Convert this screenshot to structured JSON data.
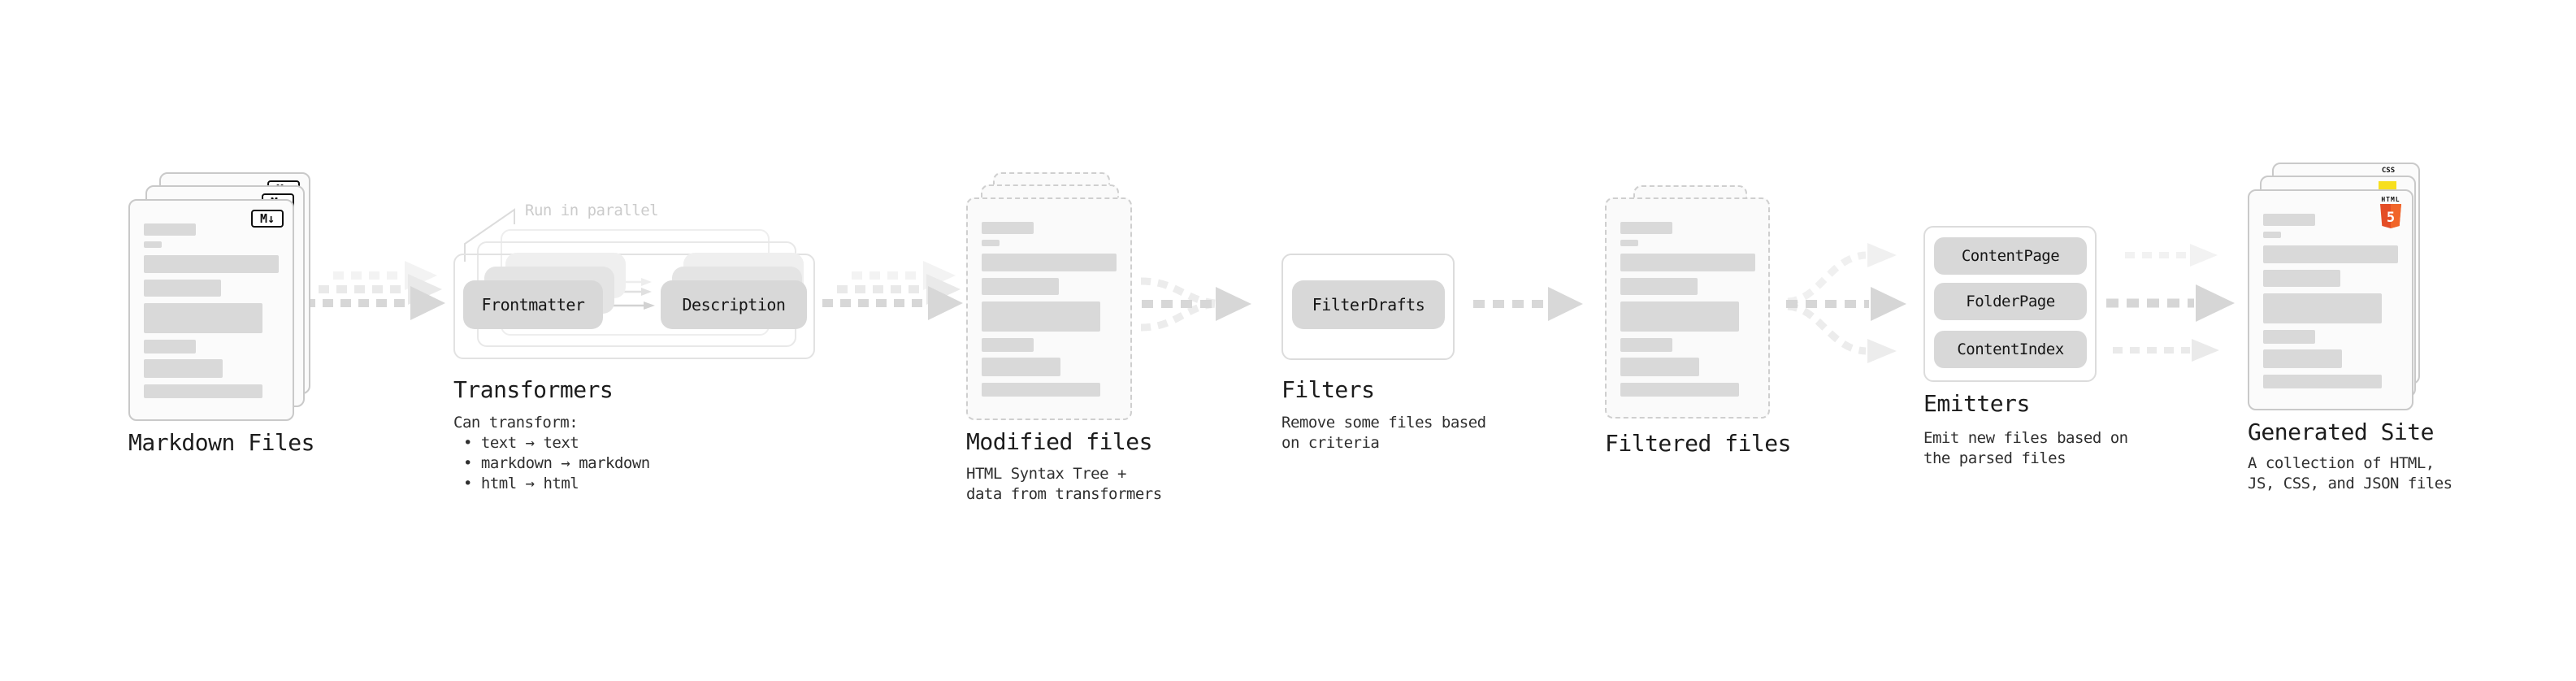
{
  "markdown_files": {
    "label": "Markdown Files",
    "icon": "M↓"
  },
  "transformers": {
    "annotation": "Run in parallel",
    "pills": [
      "Frontmatter",
      "Description"
    ],
    "label": "Transformers",
    "desc_intro": "Can transform:",
    "bullets": [
      "• text → text",
      "• markdown → markdown",
      "• html → html"
    ]
  },
  "modified_files": {
    "label": "Modified files",
    "desc_line1": "HTML Syntax Tree +",
    "desc_line2": "data from transformers"
  },
  "filters": {
    "label": "Filters",
    "pill": "FilterDrafts",
    "desc_line1": "Remove some files based",
    "desc_line2": "on criteria"
  },
  "filtered_files": {
    "label": "Filtered files"
  },
  "emitters": {
    "label": "Emitters",
    "pills": [
      "ContentPage",
      "FolderPage",
      "ContentIndex"
    ],
    "desc_line1": "Emit new files based on",
    "desc_line2": "the parsed files"
  },
  "generated_site": {
    "label": "Generated Site",
    "badges": {
      "css": "CSS",
      "html_label": "HTML",
      "html_number": "5"
    },
    "desc_line1": "A collection of HTML,",
    "desc_line2": "JS, CSS, and JSON files"
  },
  "colors": {
    "html5_orange": "#e44d26",
    "html5_orange_light": "#f16529",
    "js_yellow": "#f7df1e",
    "css_blue": "#2962f1",
    "doc_border": "#c9c9c9",
    "bar_fill": "#d9d9d9",
    "pill_fill": "#d8d8d8",
    "arrow_main": "#d6d6d6",
    "annotation_gray": "#cbcbcb",
    "text_primary": "#1c1c1c"
  }
}
